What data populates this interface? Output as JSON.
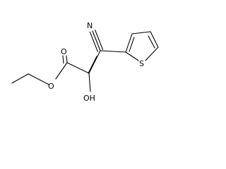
{
  "molecule": {
    "atoms": {
      "nitrogen": "N",
      "carbonyl_oxygen": "O",
      "ester_oxygen": "O",
      "hydroxyl": "OH",
      "sulfur": "S"
    }
  }
}
